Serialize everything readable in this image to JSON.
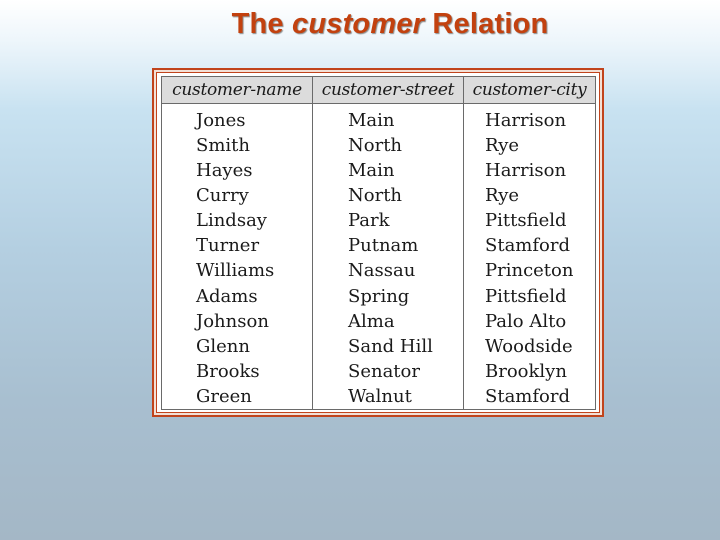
{
  "slide": {
    "title_prefix": "The ",
    "title_emphasis": "customer",
    "title_suffix": " Relation"
  },
  "relation": {
    "columns": [
      "customer-name",
      "customer-street",
      "customer-city"
    ],
    "rows": [
      [
        "Jones",
        "Main",
        "Harrison"
      ],
      [
        "Smith",
        "North",
        "Rye"
      ],
      [
        "Hayes",
        "Main",
        "Harrison"
      ],
      [
        "Curry",
        "North",
        "Rye"
      ],
      [
        "Lindsay",
        "Park",
        "Pittsfield"
      ],
      [
        "Turner",
        "Putnam",
        "Stamford"
      ],
      [
        "Williams",
        "Nassau",
        "Princeton"
      ],
      [
        "Adams",
        "Spring",
        "Pittsfield"
      ],
      [
        "Johnson",
        "Alma",
        "Palo Alto"
      ],
      [
        "Glenn",
        "Sand Hill",
        "Woodside"
      ],
      [
        "Brooks",
        "Senator",
        "Brooklyn"
      ],
      [
        "Green",
        "Walnut",
        "Stamford"
      ]
    ]
  }
}
